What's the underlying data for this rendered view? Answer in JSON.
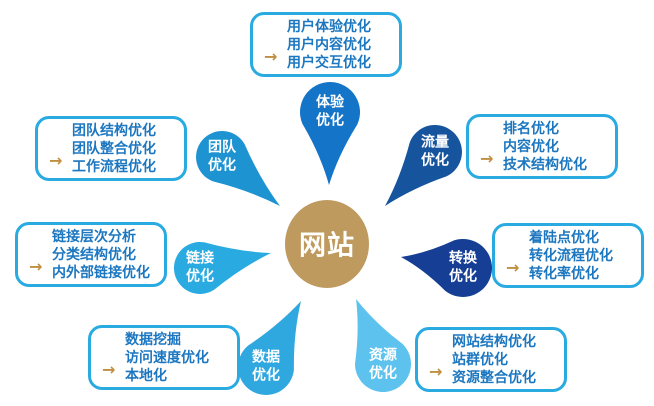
{
  "center": {
    "label": "网站",
    "color": "#BE9A5F",
    "text_color": "#FFFFFF"
  },
  "style": {
    "background": "#FFFFFF",
    "box_border_color": "#29ABE2",
    "box_text_color": "#1C77C0",
    "arrow_color": "#C09040",
    "arrow_glyph": "→",
    "petal_label_color": "#FFFFFF"
  },
  "petals": [
    {
      "id": "experience",
      "label": "体验\n优化",
      "color": "#1474C8"
    },
    {
      "id": "traffic",
      "label": "流量\n优化",
      "color": "#17549E"
    },
    {
      "id": "conversion",
      "label": "转换\n优化",
      "color": "#153E94"
    },
    {
      "id": "resource",
      "label": "资源\n优化",
      "color": "#5EC2EE"
    },
    {
      "id": "data",
      "label": "数据\n优化",
      "color": "#2FA7DF"
    },
    {
      "id": "link",
      "label": "链接\n优化",
      "color": "#29ABE2"
    },
    {
      "id": "team",
      "label": "团队\n优化",
      "color": "#1E93D2"
    }
  ],
  "boxes": [
    {
      "id": "experience",
      "lines": [
        "用户体验优化",
        "用户内容优化",
        "用户交互优化"
      ]
    },
    {
      "id": "traffic",
      "lines": [
        "排名优化",
        "内容优化",
        "技术结构优化"
      ]
    },
    {
      "id": "conversion",
      "lines": [
        "着陆点优化",
        "转化流程优化",
        "转化率优化"
      ]
    },
    {
      "id": "resource",
      "lines": [
        "网站结构优化",
        "站群优化",
        "资源整合优化"
      ]
    },
    {
      "id": "data",
      "lines": [
        "数据挖掘",
        "访问速度优化",
        "本地化"
      ]
    },
    {
      "id": "link",
      "lines": [
        "链接层次分析",
        "分类结构优化",
        "内外部链接优化"
      ]
    },
    {
      "id": "team",
      "lines": [
        "团队结构优化",
        "团队整合优化",
        "工作流程优化"
      ]
    }
  ]
}
